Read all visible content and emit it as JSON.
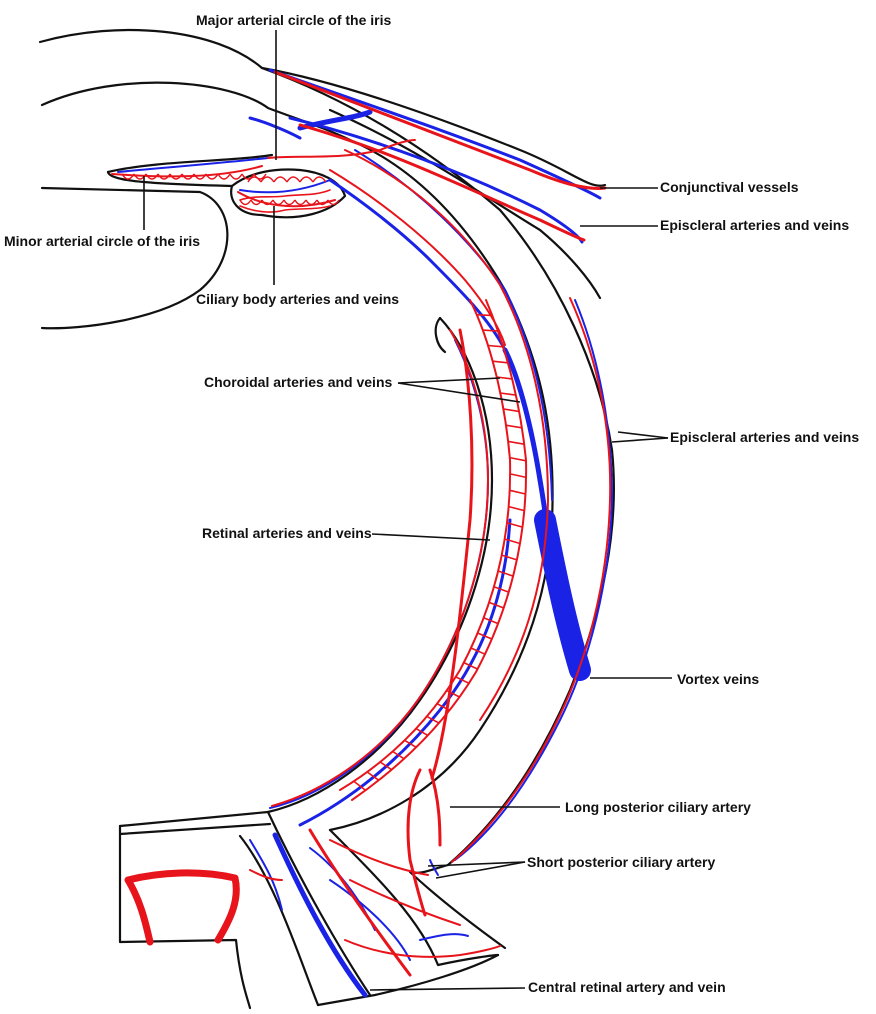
{
  "colors": {
    "artery": "#e8141b",
    "vein": "#1a22e6",
    "outline": "#111111",
    "background": "#ffffff"
  },
  "labels": {
    "major_circle": "Major arterial circle of the iris",
    "minor_circle": "Minor arterial circle of the iris",
    "ciliary_body": "Ciliary body arteries and veins",
    "conjunctival": "Conjunctival vessels",
    "episcleral_top": "Episcleral arteries and veins",
    "choroidal": "Choroidal arteries and veins",
    "episcleral_mid": "Episcleral arteries and veins",
    "retinal": "Retinal arteries and veins",
    "vortex": "Vortex veins",
    "long_posterior": "Long posterior ciliary artery",
    "short_posterior": "Short posterior ciliary artery",
    "central_retinal": "Central retinal artery and vein"
  }
}
